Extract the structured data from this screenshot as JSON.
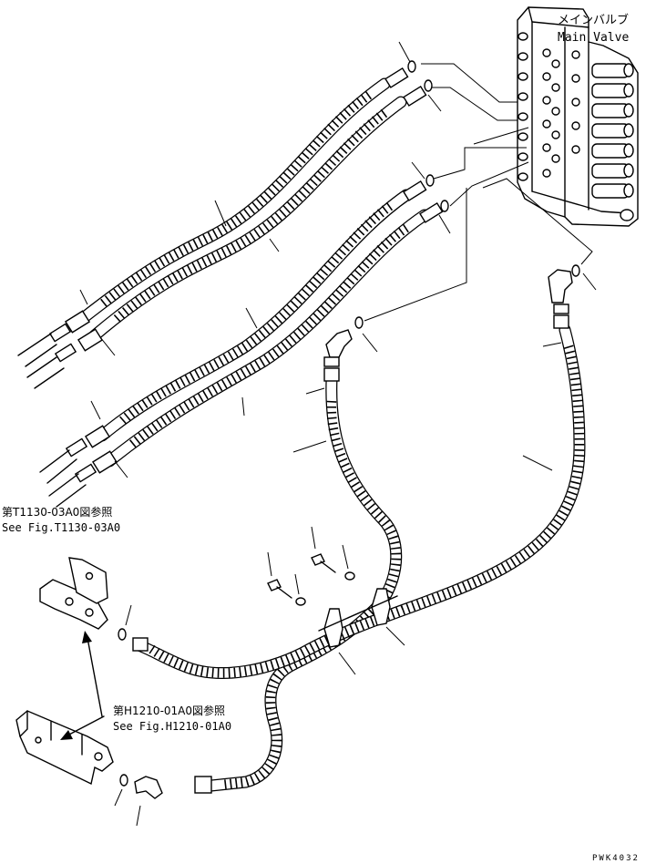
{
  "title": {
    "jp": "メインバルブ",
    "en": "Main Valve"
  },
  "refs": [
    {
      "jp": "第T1130-03A0図参照",
      "en": "See Fig.T1130-03A0"
    },
    {
      "jp": "第H1210-01A0図参照",
      "en": "See Fig.H1210-01A0"
    }
  ],
  "drawing_code": "PWK4032",
  "icons": [
    "main-valve-icon",
    "hose-icon",
    "elbow-fitting-icon",
    "o-ring-icon",
    "bolt-icon",
    "washer-icon",
    "clamp-icon",
    "bracket-icon",
    "arrow-icon"
  ]
}
